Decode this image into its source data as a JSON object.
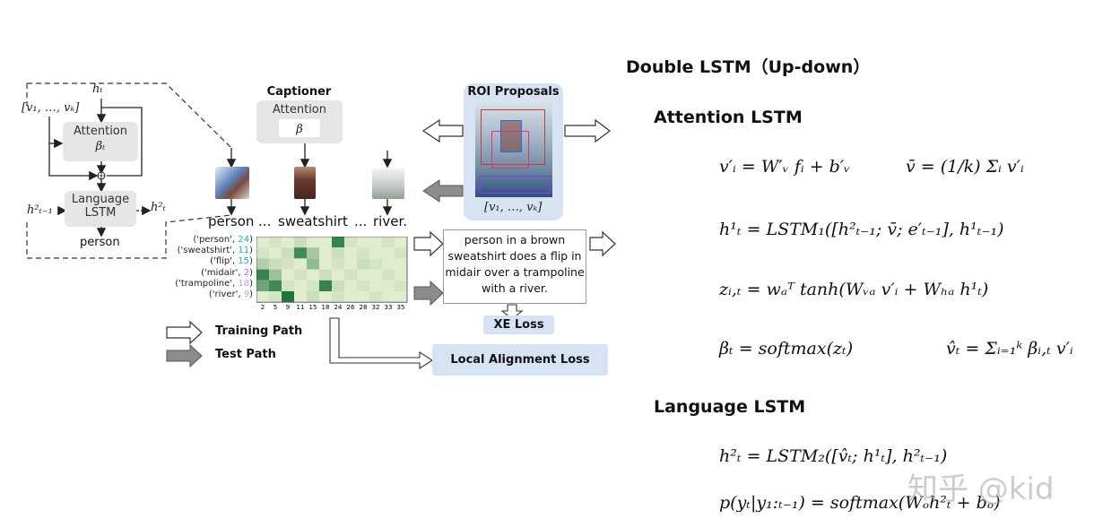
{
  "main_title": "Double LSTM（Up-down）",
  "attention_section": "Attention LSTM",
  "language_section": "Language LSTM",
  "equations": {
    "e1a": "v′ᵢ = W′ᵥ fᵢ + b′ᵥ",
    "e1b": "v̄ = (1/k) Σᵢ v′ᵢ",
    "e2": "h¹ₜ = LSTM₁([h²ₜ₋₁; v̄; e′ₜ₋₁], h¹ₜ₋₁)",
    "e3": "zᵢ,ₜ = wₐᵀ tanh(Wᵥₐ v′ᵢ + Wₕₐ h¹ₜ)",
    "e4a": "βₜ = softmax(zₜ)",
    "e4b": "v̂ₜ = Σᵢ₌₁ᵏ βᵢ,ₜ v′ᵢ",
    "e5": "h²ₜ = LSTM₂([v̂ₜ; h¹ₜ], h²ₜ₋₁)",
    "e6": "p(yₜ|y₁:ₜ₋₁) = softmax(Wₒh²ₜ + bₒ)"
  },
  "diagram": {
    "left": {
      "ht": "hₜ",
      "v_set": "[v₁, …, vₖ]",
      "attention": "Attention",
      "beta_t": "βₜ",
      "language": "Language",
      "lstm": "LSTM",
      "h_prev": "h²ₜ₋₁",
      "h_out": "h²ₜ",
      "person": "person"
    },
    "captioner": {
      "title": "Captioner",
      "attention": "Attention",
      "beta": "β",
      "words": [
        "person",
        "...",
        "sweatshirt",
        "...",
        "river."
      ]
    },
    "roi": {
      "title": "ROI Proposals",
      "v_set": "[v₁, …, vₖ]"
    },
    "heatmap": {
      "row_labels": [
        {
          "word": "('person',",
          "num": "24",
          "color": "#2aa7c8"
        },
        {
          "word": "('sweatshirt',",
          "num": "11",
          "color": "#2aa7c8"
        },
        {
          "word": "('flip',",
          "num": "15",
          "color": "#2aa7c8"
        },
        {
          "word": "('midair',",
          "num": "2",
          "color": "#8c7ccf"
        },
        {
          "word": "('trampoline',",
          "num": "18",
          "color": "#d49adf"
        },
        {
          "word": "('river',",
          "num": "9",
          "color": "#d49adf"
        }
      ],
      "col_ticks": [
        "2",
        "5",
        "9",
        "11",
        "15",
        "18",
        "24",
        "26",
        "28",
        "32",
        "33",
        "35"
      ],
      "values": [
        [
          0.1,
          0.15,
          0.1,
          0.2,
          0.1,
          0.1,
          0.85,
          0.15,
          0.1,
          0.1,
          0.15,
          0.1
        ],
        [
          0.15,
          0.1,
          0.2,
          0.8,
          0.35,
          0.1,
          0.2,
          0.1,
          0.15,
          0.1,
          0.1,
          0.15
        ],
        [
          0.3,
          0.2,
          0.15,
          0.1,
          0.45,
          0.1,
          0.15,
          0.1,
          0.2,
          0.15,
          0.1,
          0.1
        ],
        [
          0.85,
          0.4,
          0.1,
          0.15,
          0.1,
          0.2,
          0.1,
          0.15,
          0.1,
          0.1,
          0.15,
          0.1
        ],
        [
          0.6,
          0.8,
          0.15,
          0.1,
          0.15,
          0.85,
          0.2,
          0.1,
          0.15,
          0.1,
          0.1,
          0.15
        ],
        [
          0.1,
          0.15,
          0.95,
          0.1,
          0.2,
          0.1,
          0.15,
          0.1,
          0.1,
          0.15,
          0.1,
          0.1
        ]
      ]
    },
    "caption_box": "person in  a brown sweatshirt does a flip in midair over a trampoline with a river.",
    "xe_loss": "XE Loss",
    "local_alignment_loss": "Local Alignment Loss",
    "legend": {
      "training": "Training Path",
      "test": "Test Path"
    },
    "watermark": "知乎 @kid"
  }
}
